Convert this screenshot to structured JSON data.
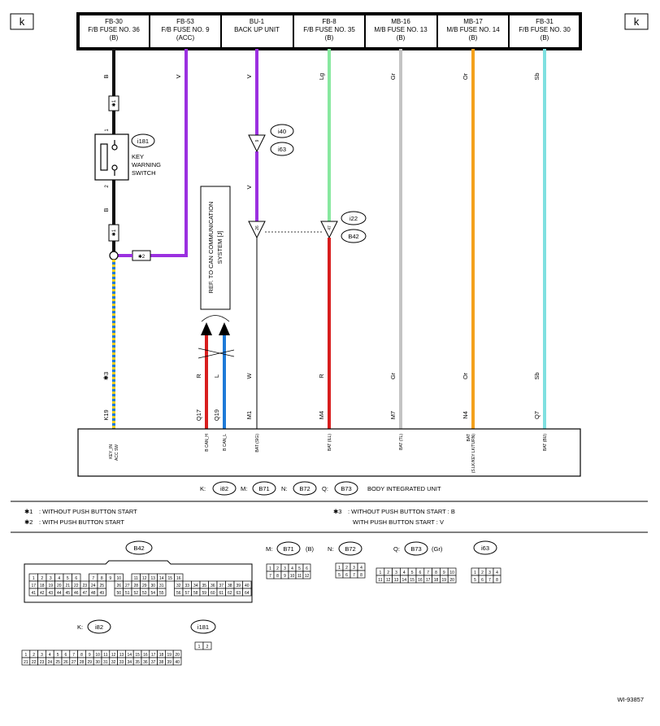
{
  "corner_tag": "k",
  "fuses": [
    {
      "id": "fb30",
      "line1": "FB-30",
      "line2": "F/B FUSE NO. 36",
      "line3": "(B)"
    },
    {
      "id": "fb53",
      "line1": "FB-53",
      "line2": "F/B FUSE NO. 9",
      "line3": "(ACC)"
    },
    {
      "id": "bu1",
      "line1": "BU-1",
      "line2": "BACK UP UNIT",
      "line3": ""
    },
    {
      "id": "fb8",
      "line1": "FB-8",
      "line2": "F/B FUSE NO. 35",
      "line3": "(B)"
    },
    {
      "id": "mb16",
      "line1": "MB-16",
      "line2": "M/B FUSE NO. 13",
      "line3": "(B)"
    },
    {
      "id": "mb17",
      "line1": "MB-17",
      "line2": "M/B FUSE NO. 14",
      "line3": "(B)"
    },
    {
      "id": "fb31",
      "line1": "FB-31",
      "line2": "F/B FUSE NO. 30",
      "line3": "(B)"
    }
  ],
  "wire_colors": {
    "B": "#111111",
    "V": "#9b30e0",
    "Lg": "#88e8a0",
    "Gr": "#c4c4c4",
    "Or": "#f4a11c",
    "Sb": "#7fe0e0",
    "R": "#d81e1e",
    "L": "#1e7ad8",
    "Y": "#f0d020"
  },
  "wire_labels": {
    "b_top": "B",
    "v_fb53": "V",
    "v_bu1_top": "V",
    "lg": "Lg",
    "gr_top": "Gr",
    "or_top": "Or",
    "sb_top": "Sb",
    "b_mid": "B",
    "v_bu1_mid": "V",
    "r_can": "R",
    "l_can": "L",
    "w_m1": "W",
    "r_m4": "R",
    "gr_bot": "Gr",
    "or_bot": "Or",
    "sb_bot": "Sb"
  },
  "marks": {
    "star1": "✱1",
    "star2": "✱2",
    "star3": "✱3"
  },
  "key_switch": {
    "connector": "i181",
    "line1": "KEY",
    "line2": "WARNING",
    "line3": "SWITCH",
    "pin1": "1",
    "pin2": "2"
  },
  "connectors": {
    "i40": "i40",
    "i63": "i63",
    "i22": "i22",
    "b42": "B42",
    "pin9": "9",
    "pin26": "26",
    "pin47": "47"
  },
  "ref_can": {
    "line1": "REF. TO CAN COMMUNICATION",
    "line2": "SYSTEM [J]"
  },
  "terminals": [
    {
      "code": "K19",
      "name1": "KEY_IN",
      "name2": "ACC SW"
    },
    {
      "code": "Q17",
      "name1": "B CAN_H",
      "name2": ""
    },
    {
      "code": "Q19",
      "name1": "B CAN_L",
      "name2": ""
    },
    {
      "code": "M1",
      "name1": "BAT (SIG)",
      "name2": ""
    },
    {
      "code": "M4",
      "name1": "BAT (ILL)",
      "name2": ""
    },
    {
      "code": "M7",
      "name1": "BAT (TL)",
      "name2": ""
    },
    {
      "code": "N4",
      "name1": "BAT",
      "name2": "(S.LK/KEY LK/TURN)"
    },
    {
      "code": "Q7",
      "name1": "BAT (BU)",
      "name2": ""
    }
  ],
  "unit_legend": {
    "k_prefix": "K:",
    "k_conn": "i82",
    "m_prefix": "M:",
    "m_conn": "B71",
    "n_prefix": "N:",
    "n_conn": "B72",
    "q_prefix": "Q:",
    "q_conn": "B73",
    "unit_name": "BODY INTEGRATED UNIT"
  },
  "notes": {
    "n1": ": WITHOUT PUSH BUTTON START",
    "n2": ": WITH PUSH BUTTON START",
    "n3a": ": WITHOUT PUSH BUTTON START : B",
    "n3b": "WITH PUSH BUTTON START  : V"
  },
  "views": {
    "b42": "B42",
    "m_prefix": "M:",
    "b71": "B71",
    "b71_color": "(B)",
    "n_prefix": "N:",
    "b72": "B72",
    "q_prefix": "Q:",
    "b73": "B73",
    "b73_color": "(Gr)",
    "i63": "i63",
    "k_prefix": "K:",
    "i82": "i82",
    "i181": "i181"
  },
  "pins": {
    "b42_r1": [
      "1",
      "2",
      "3",
      "4",
      "5",
      "6",
      "",
      "7",
      "8",
      "9",
      "10",
      "",
      "11",
      "12",
      "13",
      "14",
      "15",
      "16"
    ],
    "b42_r2": [
      "17",
      "18",
      "19",
      "20",
      "21",
      "22",
      "23",
      "24",
      "25",
      "",
      "26",
      "27",
      "28",
      "29",
      "30",
      "31",
      "",
      "32",
      "33",
      "34",
      "35",
      "36",
      "37",
      "38",
      "39",
      "40"
    ],
    "b42_r3": [
      "41",
      "42",
      "43",
      "44",
      "45",
      "46",
      "47",
      "48",
      "49",
      "",
      "50",
      "51",
      "52",
      "53",
      "54",
      "55",
      "",
      "56",
      "57",
      "58",
      "59",
      "60",
      "61",
      "62",
      "63",
      "64"
    ],
    "b71_r1": [
      "1",
      "2",
      "3",
      "4",
      "5",
      "6"
    ],
    "b71_r2": [
      "7",
      "8",
      "9",
      "10",
      "11",
      "12"
    ],
    "b72_r1": [
      "1",
      "2",
      "3",
      "4"
    ],
    "b72_r2": [
      "5",
      "6",
      "7",
      "8"
    ],
    "b73_r1": [
      "1",
      "2",
      "3",
      "4",
      "5",
      "6",
      "7",
      "8",
      "9",
      "10"
    ],
    "b73_r2": [
      "11",
      "12",
      "13",
      "14",
      "15",
      "16",
      "17",
      "18",
      "19",
      "20"
    ],
    "i63_r1": [
      "1",
      "2",
      "3",
      "4"
    ],
    "i63_r2": [
      "5",
      "6",
      "7",
      "8"
    ],
    "i82_r1": [
      "1",
      "2",
      "3",
      "4",
      "5",
      "6",
      "7",
      "8",
      "9",
      "10",
      "11",
      "12",
      "13",
      "14",
      "15",
      "16",
      "17",
      "18",
      "19",
      "20"
    ],
    "i82_r2": [
      "21",
      "22",
      "23",
      "24",
      "25",
      "26",
      "27",
      "28",
      "29",
      "30",
      "31",
      "32",
      "33",
      "34",
      "35",
      "36",
      "37",
      "38",
      "39",
      "40"
    ],
    "i181_r1": [
      "1",
      "2"
    ]
  },
  "figure_id": "WI-93857"
}
